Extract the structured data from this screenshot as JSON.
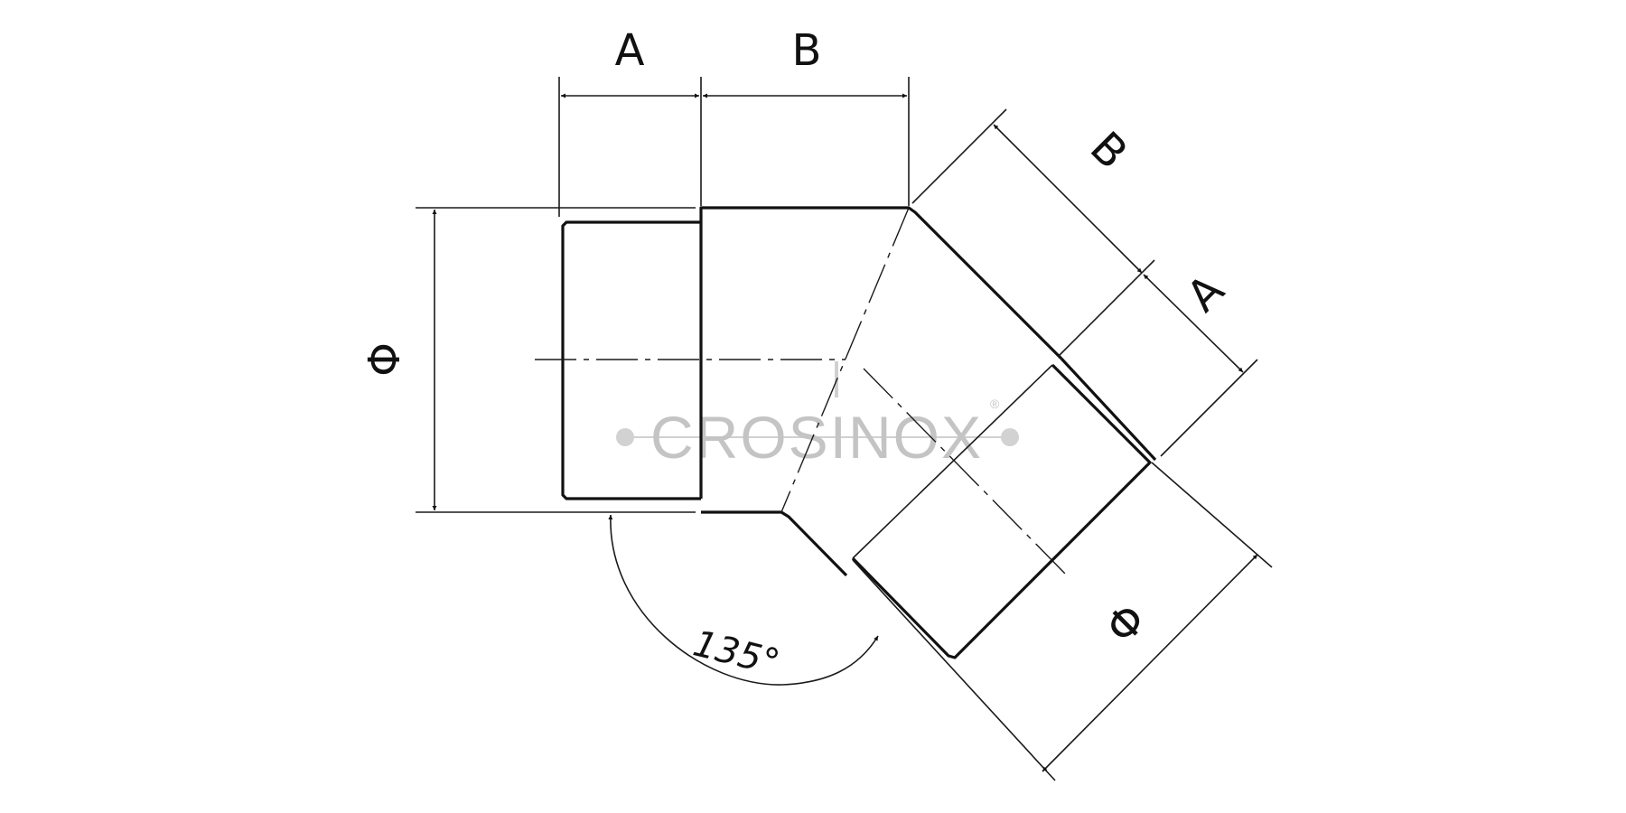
{
  "drawing": {
    "dimensions": {
      "a_top": "A",
      "b_top": "B",
      "a_diag": "A",
      "b_diag": "B",
      "dia_left": "Φ",
      "dia_right": "Φ",
      "angle": "135°"
    },
    "watermark": {
      "text": "CROSINOX",
      "mark": "®",
      "color": "#c4c4c4"
    }
  }
}
